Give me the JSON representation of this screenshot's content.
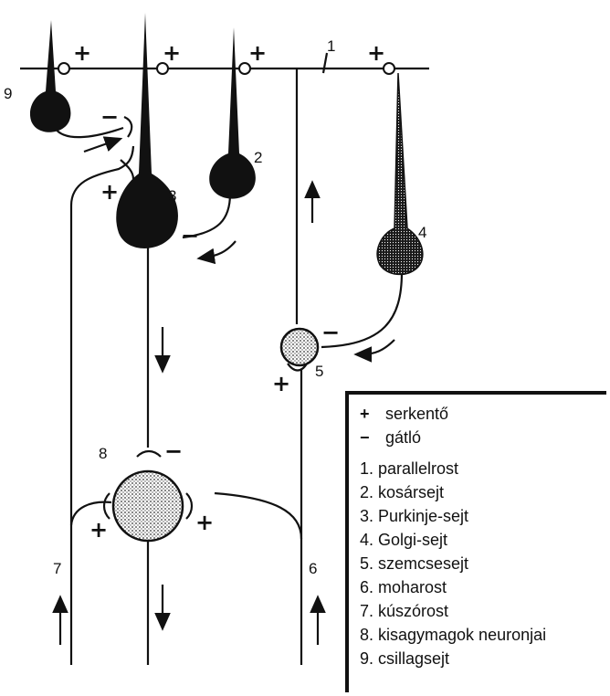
{
  "neuron_labels": {
    "parallel_fiber": "1",
    "basket_cell": "2",
    "purkinje_cell": "3",
    "golgi_cell": "4",
    "granule_cell": "5",
    "mossy_fiber": "6",
    "climbing_fiber": "7",
    "nuclear_neuron": "8",
    "stellate_cell": "9"
  },
  "signs": {
    "plus": "+",
    "minus": "−"
  },
  "legend": {
    "signs": [
      {
        "symbol": "+",
        "text": "serkentő"
      },
      {
        "symbol": "−",
        "text": "gátló"
      }
    ],
    "items": [
      "1. parallelrost",
      "2. kosársejt",
      "3. Purkinje-sejt",
      "4. Golgi-sejt",
      "5. szemcsesejt",
      "6. moharost",
      "7. kúszórost",
      "8. kisagymagok neuronjai",
      "9. csillagsejt"
    ]
  }
}
